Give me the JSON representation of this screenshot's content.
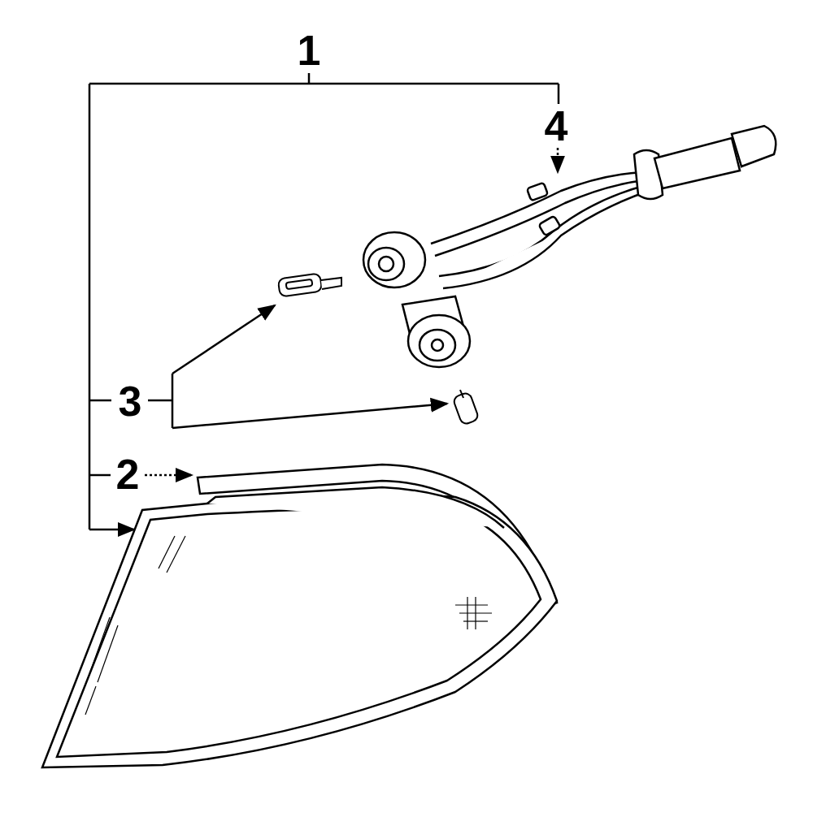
{
  "diagram": {
    "labels": [
      "1",
      "4",
      "3",
      "2"
    ]
  }
}
